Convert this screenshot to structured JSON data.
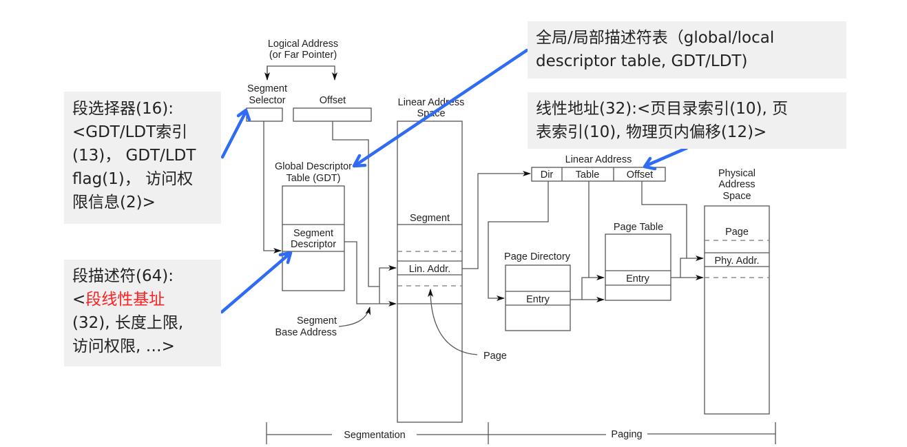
{
  "notes": {
    "segment_selector": {
      "lines": [
        "段选择器(16):",
        "<GDT/LDT索引",
        "(13)， GDT/LDT",
        "flag(1)， 访问权",
        "限信息(2)>"
      ]
    },
    "segment_descriptor": {
      "line1": "段描述符(64):",
      "line2_prefix": "<",
      "line2_highlight": "段线性基址",
      "line3": "(32), 长度上限,",
      "line4": "访问权限, …>",
      "highlight_color": "#ff2020"
    },
    "descriptor_table": {
      "lines": [
        "全局/局部描述符表（global/local",
        "descriptor table, GDT/LDT)"
      ]
    },
    "linear_address": {
      "lines": [
        "线性地址(32):<页目录索引(10), 页",
        "表索引(10), 物理页内偏移(12)>"
      ]
    }
  },
  "diagram": {
    "logical_address": [
      "Logical Address",
      "(or Far Pointer)"
    ],
    "segment_selector": [
      "Segment",
      "Selector"
    ],
    "offset": "Offset",
    "linear_address_space": [
      "Linear Address",
      "Space"
    ],
    "gdt": [
      "Global Descriptor",
      "Table (GDT)"
    ],
    "segment_descriptor": [
      "Segment",
      "Descriptor"
    ],
    "segment": "Segment",
    "lin_addr": "Lin. Addr.",
    "segment_base_address": [
      "Segment",
      "Base Address"
    ],
    "page_lin": "Page",
    "linear_address": "Linear Address",
    "dir": "Dir",
    "table": "Table",
    "la_offset": "Offset",
    "page_directory": "Page Directory",
    "pd_entry": "Entry",
    "page_table": "Page Table",
    "pt_entry": "Entry",
    "physical_address_space": [
      "Physical",
      "Address",
      "Space"
    ],
    "page_phys": "Page",
    "phy_addr": "Phy. Addr.",
    "segmentation": "Segmentation",
    "paging": "Paging"
  },
  "colors": {
    "annotation_arrow": "#2f6bf5",
    "note_background": "#f0f0f0"
  }
}
